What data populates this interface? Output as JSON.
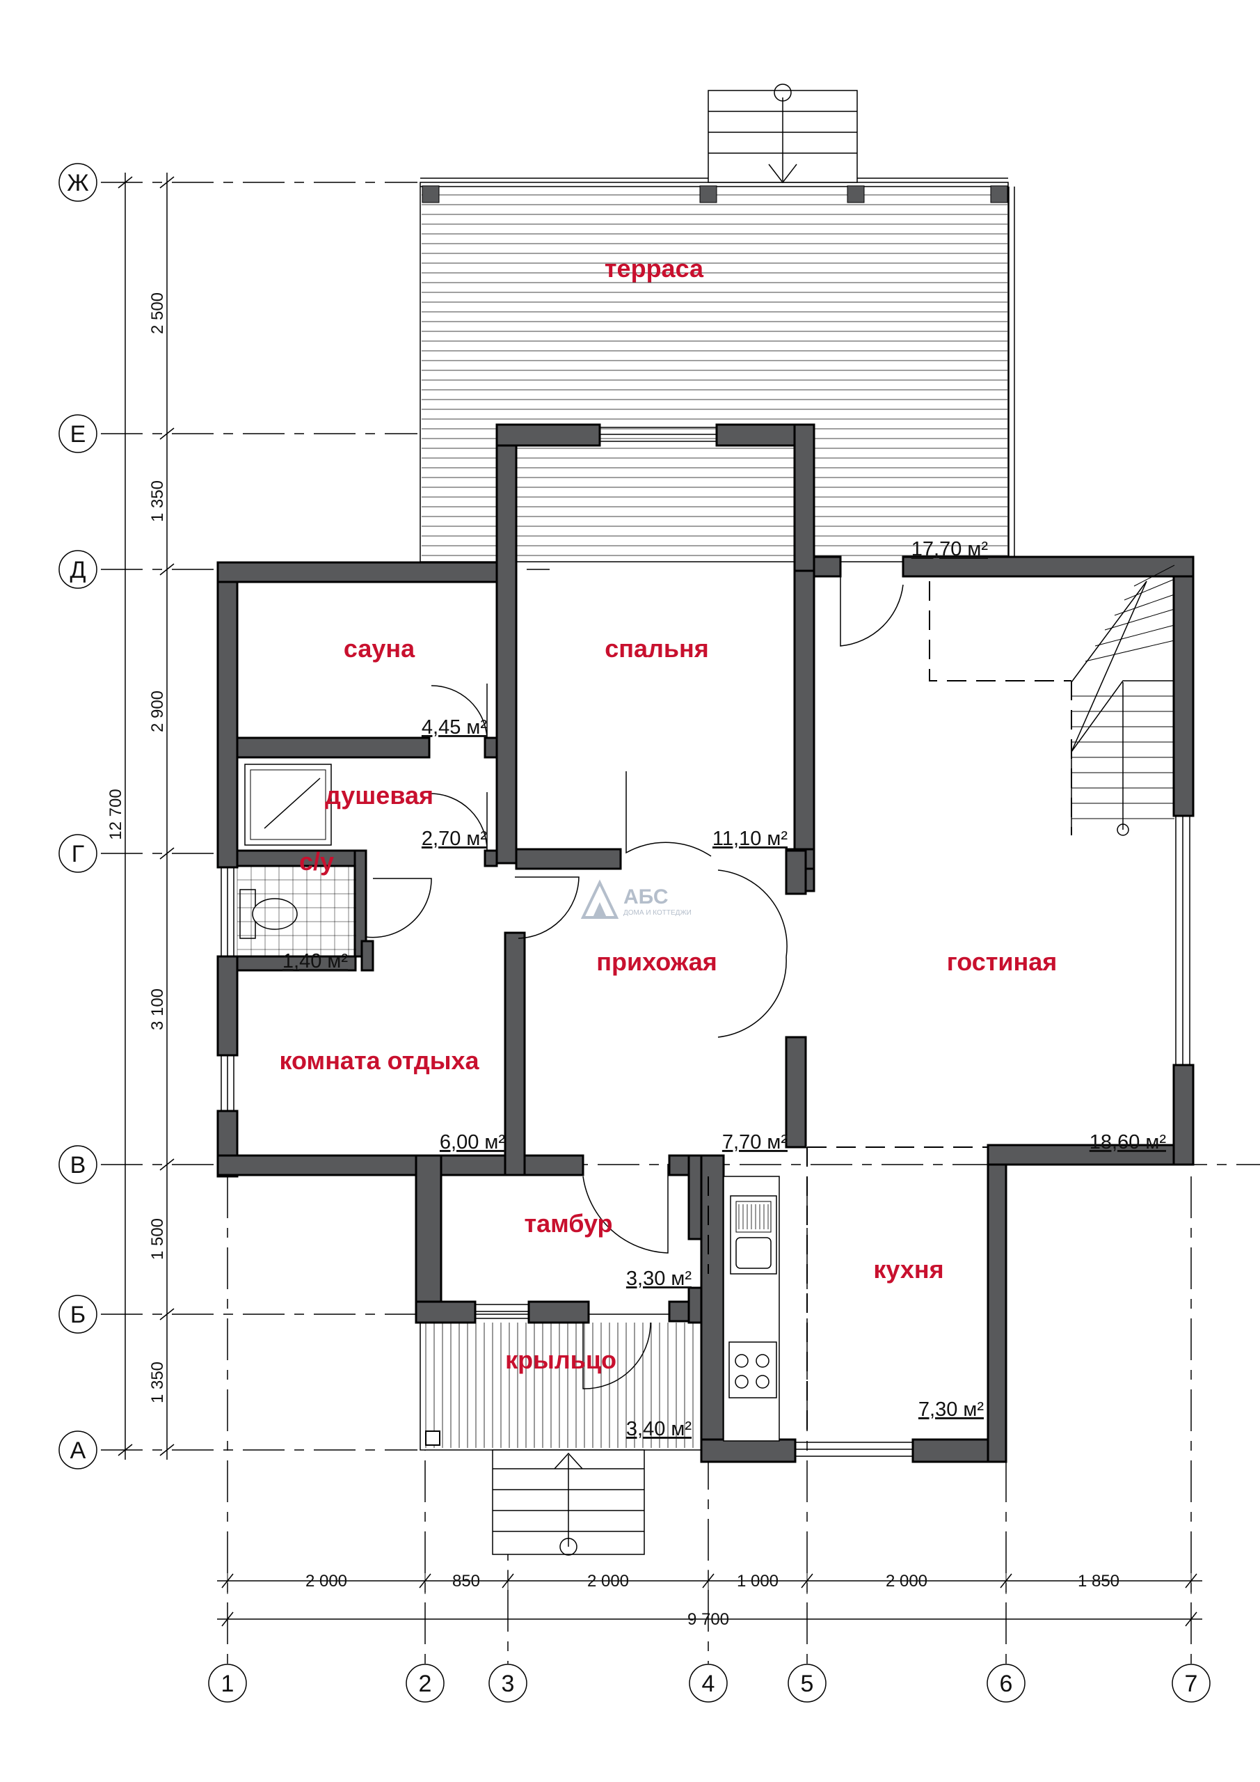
{
  "rooms": {
    "terrace": "терраса",
    "sauna": "сауна",
    "bedroom": "спальня",
    "shower": "душевая",
    "wc": "с/у",
    "hall": "прихожая",
    "living": "гостиная",
    "rest_room": "комната отдыха",
    "vestibule": "тамбур",
    "kitchen": "кухня",
    "porch": "крыльцо"
  },
  "areas": {
    "terrace": "17,70 м²",
    "sauna": "4,45 м²",
    "shower": "2,70 м²",
    "bedroom": "11,10 м²",
    "wc": "1,40 м²",
    "rest_room": "6,00 м²",
    "hall": "7,70 м²",
    "living": "18,60 м²",
    "vestibule": "3,30 м²",
    "porch": "3,40 м²",
    "kitchen": "7,30 м²"
  },
  "axes_rows": [
    "Ж",
    "Е",
    "Д",
    "Г",
    "В",
    "Б",
    "А"
  ],
  "axes_cols": [
    "1",
    "2",
    "3",
    "4",
    "5",
    "6",
    "7"
  ],
  "dims_vertical": [
    "2 500",
    "1 350",
    "2 900",
    "3 100",
    "1 500",
    "1 350"
  ],
  "dim_vertical_total": "12 700",
  "dims_horizontal": [
    "2 000",
    "850",
    "2 000",
    "1 000",
    "2 000",
    "1 850"
  ],
  "dim_horizontal_total": "9 700",
  "logo": {
    "name": "АБС",
    "tagline": "ДОМА И КОТТЕДЖИ"
  }
}
